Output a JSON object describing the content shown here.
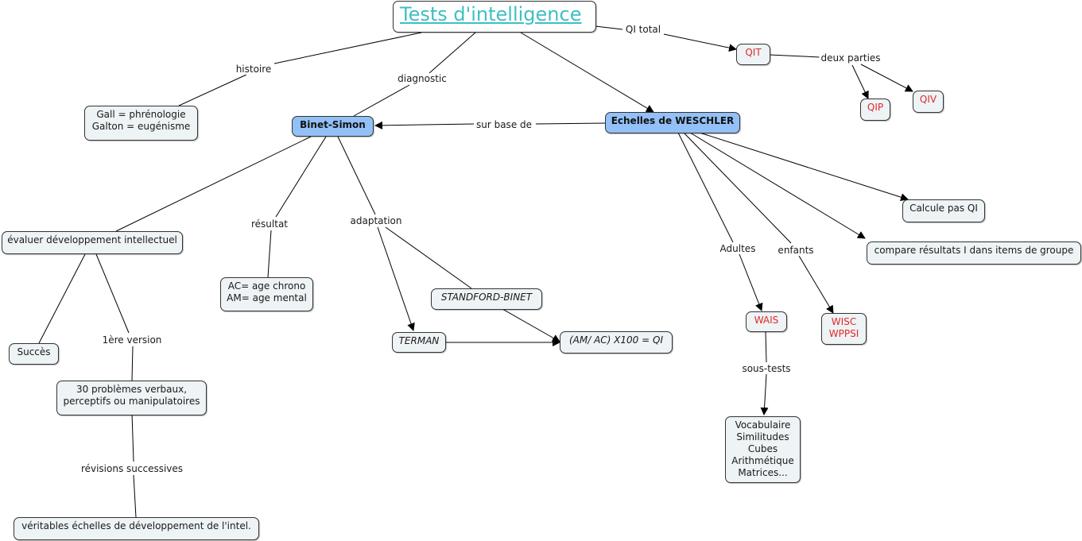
{
  "title": "Tests d'intelligence",
  "colors": {
    "title": "#3fbfc3",
    "highlight_node": "#93c0f7",
    "node_fill": "#eef3f5",
    "red_text": "#e0292a"
  },
  "nodes": {
    "title": "Tests d'intelligence",
    "gall": "Gall = phrénologie\nGalton = eugénisme",
    "binet": "Binet-Simon",
    "weschler": "Echelles de WESCHLER",
    "qit": "QIT",
    "qip": "QIP",
    "qiv": "QIV",
    "evaluer": "évaluer développement intellectuel",
    "ac_am": "AC= age chrono\nAM= age mental",
    "succes": "Succès",
    "problemes": "30 problèmes verbaux,\nperceptifs ou manipulatoires",
    "veritables": "véritables échelles de développement de l'intel.",
    "standford": "STANDFORD-BINET",
    "terman": "TERMAN",
    "formule": "(AM/ AC) X100 = QI",
    "calcule": "Calcule pas QI",
    "compare": "compare résultats I dans items de groupe",
    "wais": "WAIS",
    "wisc": "WISC\nWPPSI",
    "soustests": "Vocabulaire\nSimilitudes\nCubes\nArithmétique\nMatrices..."
  },
  "links": {
    "histoire": "histoire",
    "diagnostic": "diagnostic",
    "qi_total": "QI total",
    "deux_parties": "deux parties",
    "sur_base_de": "sur base de",
    "resultat": "résultat",
    "adaptation": "adaptation",
    "premiere_version": "1ère version",
    "revisions": "révisions successives",
    "adultes": "Adultes",
    "enfants": "enfants",
    "sous_tests": "sous-tests"
  }
}
